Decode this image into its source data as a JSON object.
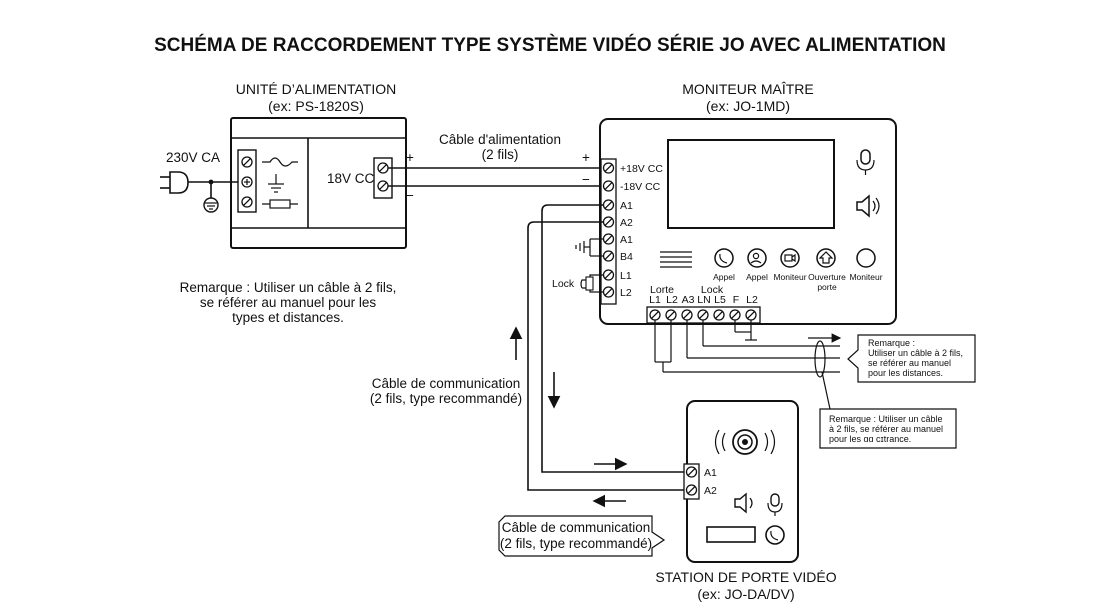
{
  "title": "SCHÉMA DE RACCORDEMENT TYPE SYSTÈME VIDÉO SÉRIE JO AVEC ALIMENTATION",
  "power_unit": {
    "title": "UNITÉ D’ALIMENTATION",
    "model": "(ex: PS-1820S)",
    "input_label": "230V CA",
    "output_label": "18V CC",
    "plus": "+",
    "minus": "−"
  },
  "power_cable": {
    "label": "Câble d'alimentation",
    "sub": "(2 fils)",
    "plus": "+",
    "minus": "−"
  },
  "power_note": {
    "line1": "Remarque : Utiliser un câble à 2 fils,",
    "line2": "se référer au manuel pour les",
    "line3": "types et distances."
  },
  "master_monitor": {
    "title": "MONITEUR MAÎTRE",
    "model": "(ex: JO-1MD)",
    "terminals": [
      "+18V CC",
      "-18V CC",
      "A1",
      "A2",
      "A1",
      "B4",
      "L1",
      "L2"
    ],
    "lock_label": "Lock",
    "buttons": [
      {
        "label": "Appel",
        "sub": ""
      },
      {
        "label": "Appel",
        "sub": ""
      },
      {
        "label": "Moniteur",
        "sub": ""
      },
      {
        "label": "Ouverture",
        "sub": "porte"
      },
      {
        "label": "Moniteur",
        "sub": ""
      }
    ],
    "bottom_group1": "Lorte",
    "bottom_group2": "Lock",
    "bottom_terminals": [
      "L1",
      "L2",
      "A3",
      "LN",
      "L5",
      "F",
      "L2"
    ]
  },
  "comm_cable": {
    "line1": "Câble de communication",
    "line2": "(2 fils, type recommandé)"
  },
  "note_right1": {
    "line1": "Remarque :",
    "line2": "Utiliser un câble à 2 fils,",
    "line3": "se référer au manuel",
    "line4": "pour les distances."
  },
  "note_right2": {
    "line1": "Remarque : Utiliser un câble",
    "line2": "à 2 fils, se référer au manuel",
    "line3": "pour les ɑɑ cɪtrance."
  },
  "door_station": {
    "title": "STATION DE PORTE VIDÉO",
    "model": "(ex: JO-DA/DV)",
    "terminals": [
      "A1",
      "A2"
    ]
  },
  "comm_cable_bottom": {
    "line1": "Câble de communication",
    "line2": "(2 fils, type recommandé)"
  }
}
